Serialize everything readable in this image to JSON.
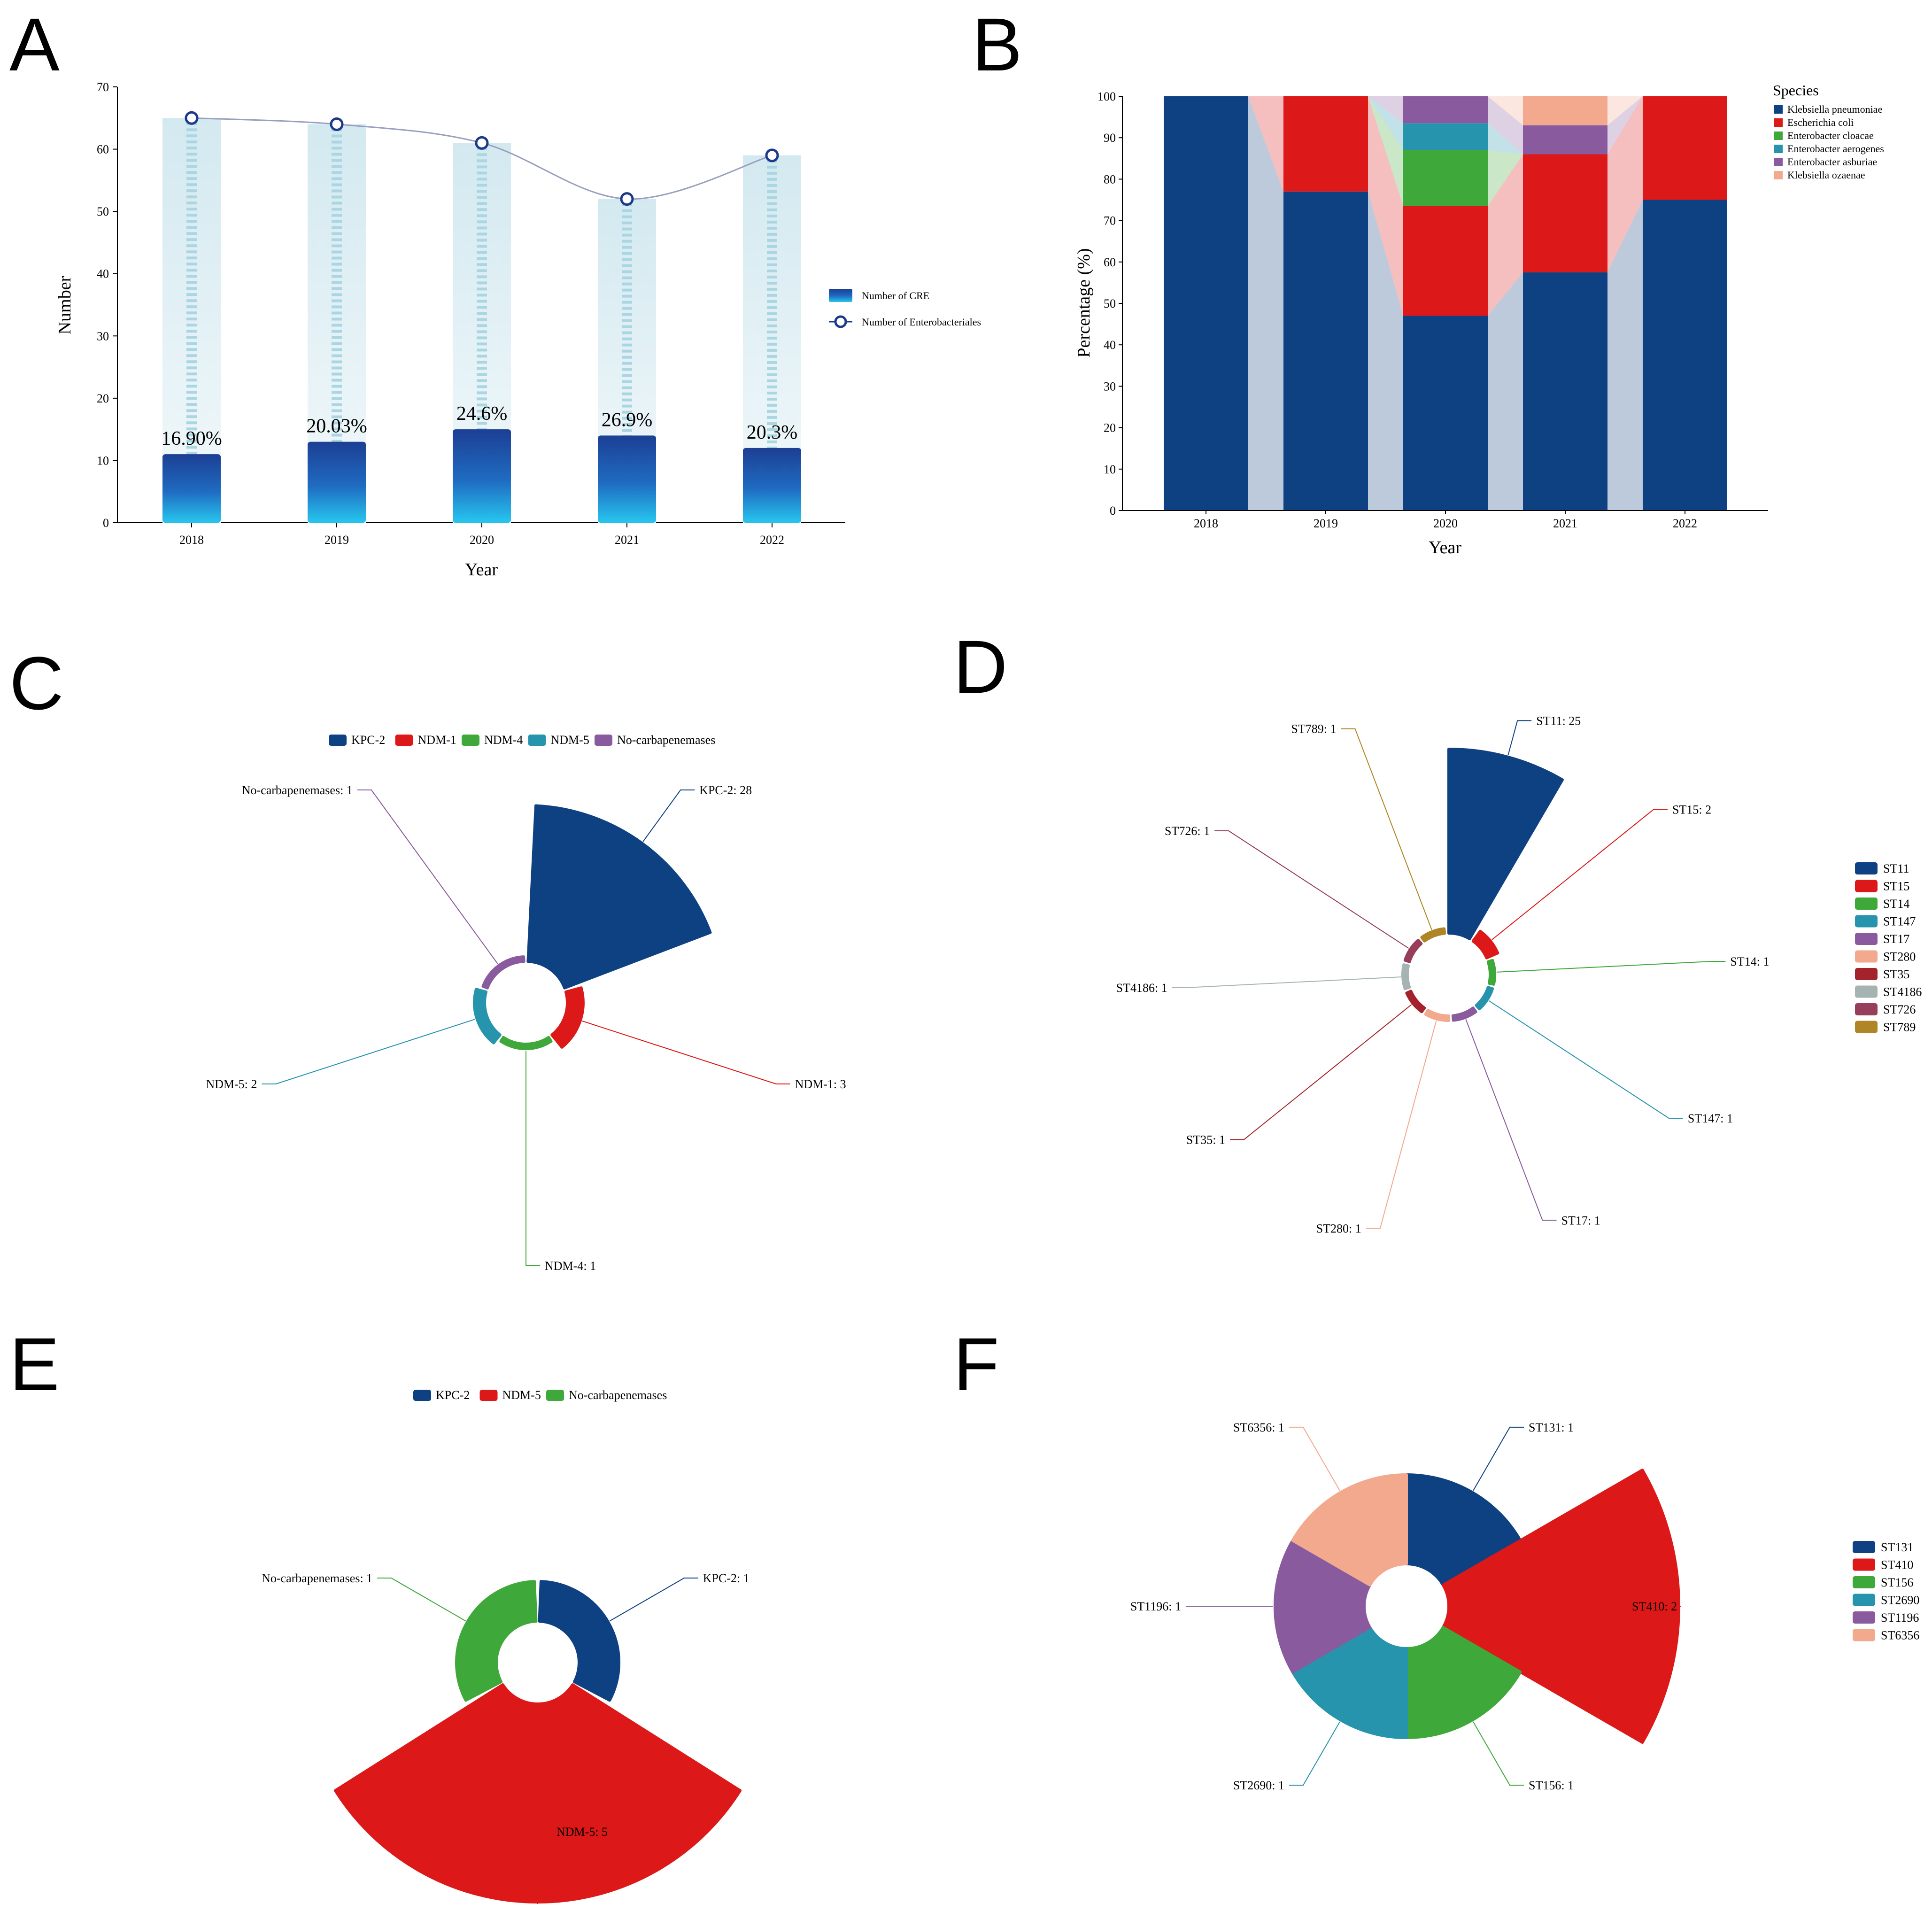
{
  "panel_labels": [
    "A",
    "B",
    "C",
    "D",
    "E",
    "F"
  ],
  "chart_data": [
    {
      "panel": "A",
      "type": "bar",
      "categories": [
        "2018",
        "2019",
        "2020",
        "2021",
        "2022"
      ],
      "series": [
        {
          "name": "Number of CRE",
          "values": [
            11,
            13,
            15,
            14,
            12
          ]
        },
        {
          "name": "Number of Enterobacteriales",
          "values": [
            65,
            64,
            61,
            52,
            59
          ]
        }
      ],
      "data_labels": [
        "16.90%",
        "20.03%",
        "24.6%",
        "26.9%",
        "20.3%"
      ],
      "xlabel": "Year",
      "ylabel": "Number",
      "ylim": [
        0,
        70
      ],
      "yticks": [
        0,
        10,
        20,
        30,
        40,
        50,
        60,
        70
      ],
      "legend_position": "right",
      "colors": {
        "bar_top": "#1c3f94",
        "bar_bottom": "#27c3eb",
        "bg_bar": "#dcedf2",
        "line": "#9a9fc0",
        "marker": "#1c3a8c"
      }
    },
    {
      "panel": "B",
      "type": "bar",
      "stacked": true,
      "categories": [
        "2018",
        "2019",
        "2020",
        "2021",
        "2022"
      ],
      "series": [
        {
          "name": "Klebsiella pneumoniae",
          "color": "#0e4181",
          "values": [
            100,
            77,
            47,
            57.5,
            75
          ]
        },
        {
          "name": "Escherichia coli",
          "color": "#dc1818",
          "values": [
            0,
            23,
            26.5,
            28.5,
            25
          ]
        },
        {
          "name": "Enterobacter cloacae",
          "color": "#3fa83a",
          "values": [
            0,
            0,
            13.5,
            0,
            0
          ]
        },
        {
          "name": "Enterobacter aerogenes",
          "color": "#2694ac",
          "values": [
            0,
            0,
            6.5,
            0,
            0
          ]
        },
        {
          "name": "Enterobacter asburiae",
          "color": "#8a5a9e",
          "values": [
            0,
            0,
            6.5,
            7,
            0
          ]
        },
        {
          "name": "Klebsiella ozaenae",
          "color": "#f2a98e",
          "values": [
            0,
            0,
            0,
            7,
            0
          ]
        }
      ],
      "legend_title": "Species",
      "xlabel": "Year",
      "ylabel": "Percentage (%)",
      "ylim": [
        0,
        100
      ],
      "yticks": [
        0,
        10,
        20,
        30,
        40,
        50,
        60,
        70,
        80,
        90,
        100
      ],
      "legend_position": "top-right"
    },
    {
      "panel": "C",
      "type": "pie",
      "style": "rose",
      "slices": [
        {
          "name": "KPC-2",
          "value": 28,
          "color": "#0e4181",
          "label": "KPC-2: 28"
        },
        {
          "name": "NDM-1",
          "value": 3,
          "color": "#dc1818",
          "label": "NDM-1: 3"
        },
        {
          "name": "NDM-4",
          "value": 1,
          "color": "#3fa83a",
          "label": "NDM-4: 1"
        },
        {
          "name": "NDM-5",
          "value": 2,
          "color": "#2694ac",
          "label": "NDM-5: 2"
        },
        {
          "name": "No-carbapenemases",
          "value": 1,
          "color": "#8a5a9e",
          "label": "No-carbapenemases: 1"
        }
      ],
      "legend_position": "top"
    },
    {
      "panel": "D",
      "type": "pie",
      "style": "rose",
      "slices": [
        {
          "name": "ST11",
          "value": 25,
          "color": "#0e4181",
          "label": "ST11: 25"
        },
        {
          "name": "ST15",
          "value": 2,
          "color": "#dc1818",
          "label": "ST15: 2"
        },
        {
          "name": "ST14",
          "value": 1,
          "color": "#3fa83a",
          "label": "ST14: 1"
        },
        {
          "name": "ST147",
          "value": 1,
          "color": "#2694ac",
          "label": "ST147: 1"
        },
        {
          "name": "ST17",
          "value": 1,
          "color": "#8a5a9e",
          "label": "ST17: 1"
        },
        {
          "name": "ST280",
          "value": 1,
          "color": "#f2a98e",
          "label": "ST280: 1"
        },
        {
          "name": "ST35",
          "value": 1,
          "color": "#a3222b",
          "label": "ST35: 1"
        },
        {
          "name": "ST4186",
          "value": 1,
          "color": "#a6b3b3",
          "label": "ST4186: 1"
        },
        {
          "name": "ST726",
          "value": 1,
          "color": "#973e5a",
          "label": "ST726: 1"
        },
        {
          "name": "ST789",
          "value": 1,
          "color": "#b08526",
          "label": "ST789: 1"
        }
      ],
      "legend_position": "right"
    },
    {
      "panel": "E",
      "type": "pie",
      "style": "rose",
      "slices": [
        {
          "name": "KPC-2",
          "value": 1,
          "color": "#0e4181",
          "label": "KPC-2: 1"
        },
        {
          "name": "NDM-5",
          "value": 5,
          "color": "#dc1818",
          "label": "NDM-5: 5"
        },
        {
          "name": "No-carbapenemases",
          "value": 1,
          "color": "#3fa83a",
          "label": "No-carbapenemases: 1"
        }
      ],
      "legend_position": "top"
    },
    {
      "panel": "F",
      "type": "pie",
      "style": "rose",
      "slices": [
        {
          "name": "ST131",
          "value": 1,
          "color": "#0e4181",
          "label": "ST131: 1"
        },
        {
          "name": "ST410",
          "value": 2,
          "color": "#dc1818",
          "label": "ST410: 2"
        },
        {
          "name": "ST156",
          "value": 1,
          "color": "#3fa83a",
          "label": "ST156: 1"
        },
        {
          "name": "ST2690",
          "value": 1,
          "color": "#2694ac",
          "label": "ST2690: 1"
        },
        {
          "name": "ST1196",
          "value": 1,
          "color": "#8a5a9e",
          "label": "ST1196: 1"
        },
        {
          "name": "ST6356",
          "value": 1,
          "color": "#f2a98e",
          "label": "ST6356: 1"
        }
      ],
      "legend_position": "right"
    }
  ]
}
